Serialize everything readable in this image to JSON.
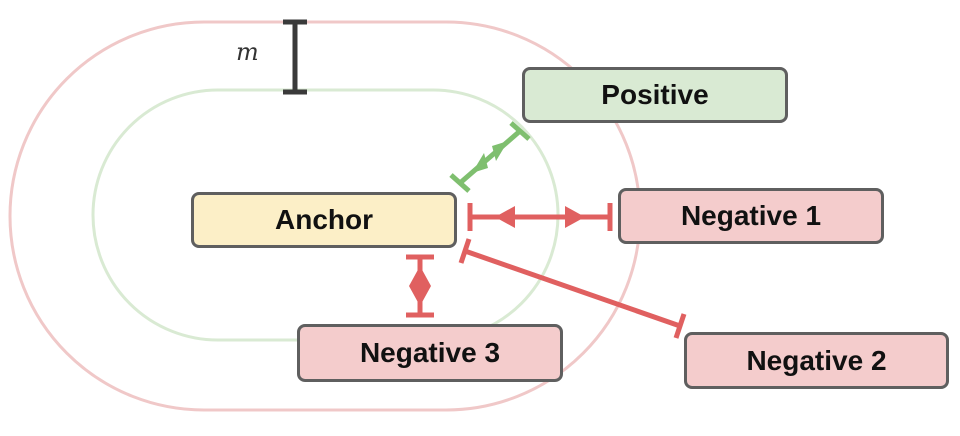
{
  "labels": {
    "margin": "m",
    "positive": "Positive",
    "anchor": "Anchor",
    "negative1": "Negative 1",
    "negative2": "Negative 2",
    "negative3": "Negative 3"
  },
  "colors": {
    "outer_ring": "#f0c8c8",
    "inner_ring": "#d9ead3",
    "margin_bar": "#3a3a3a",
    "positive_fill": "#d9ead3",
    "anchor_fill": "#fcefc7",
    "negative_fill": "#f4cccc",
    "box_border": "#5f5f5f",
    "positive_arrow": "#7fbf6f",
    "negative_arrow": "#e06060"
  }
}
